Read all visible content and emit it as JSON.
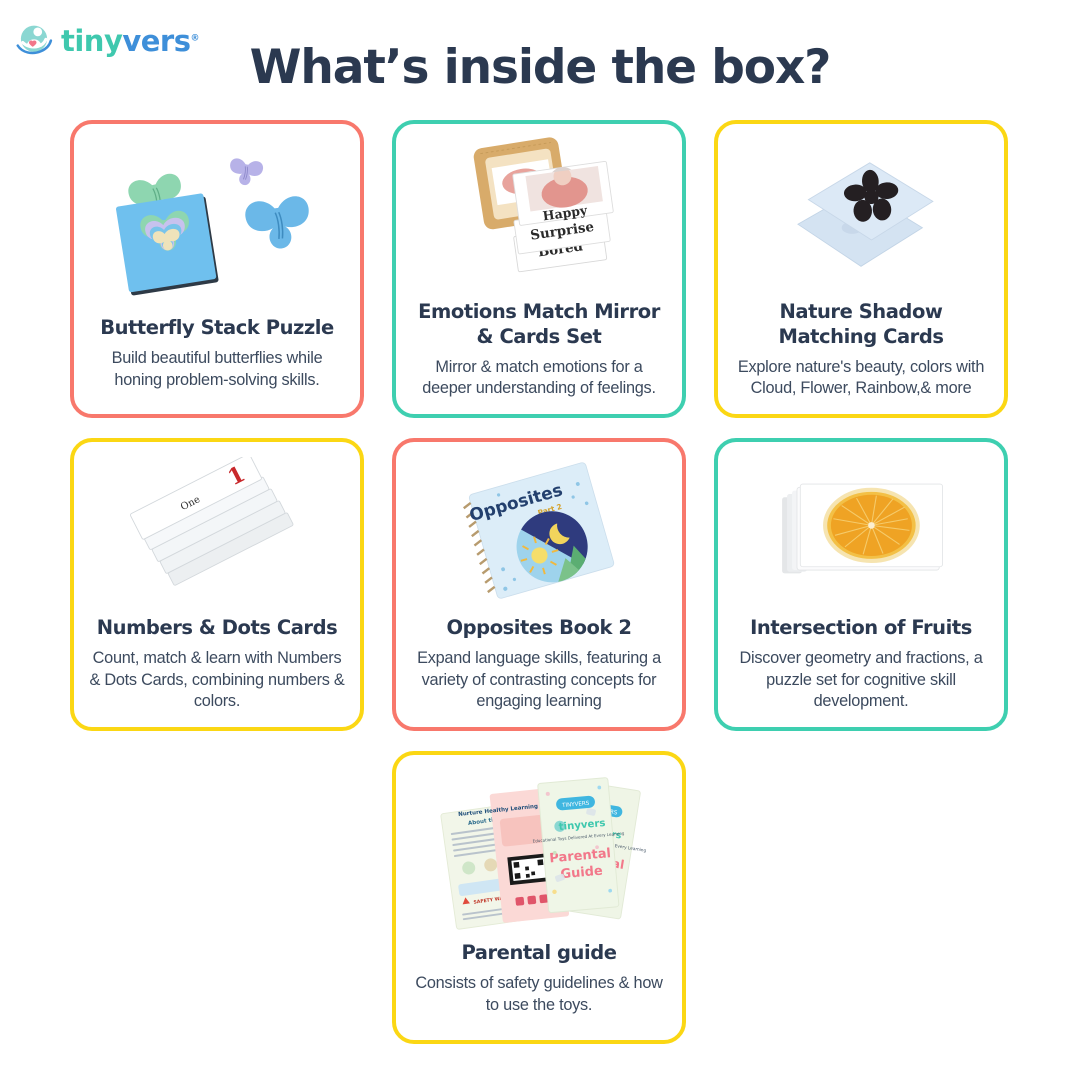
{
  "header": {
    "title": "What’s inside the box?",
    "logo": {
      "text_primary": "tiny",
      "text_secondary": "vers",
      "trademark": "®",
      "icon": "tinyvers-globe-icon"
    }
  },
  "colors": {
    "coral": "#F8786C",
    "teal": "#3ECFB0",
    "yellow": "#FBD714",
    "title_navy": "#2B3950",
    "body_navy": "#3C4A5E",
    "background": "#FFFFFF",
    "brand_teal": "#3FC8AE",
    "brand_blue": "#3E8FD9"
  },
  "cards": [
    {
      "title": "Butterfly Stack Puzzle",
      "description": "Build beautiful butterflies while honing problem-solving skills.",
      "border_color": "#F8786C",
      "image": "butterfly-stack-puzzle-photo",
      "image_labels": []
    },
    {
      "title": "Emotions Match Mirror & Cards Set",
      "description": "Mirror & match emotions for a deeper understanding of feelings.",
      "border_color": "#3ECFB0",
      "image": "emotions-match-mirror-photo",
      "image_labels": [
        "Happy",
        "Surprise",
        "Bored"
      ]
    },
    {
      "title": "Nature Shadow Matching Cards",
      "description": "Explore nature's beauty, colors with Cloud, Flower, Rainbow,& more",
      "border_color": "#FBD714",
      "image": "nature-shadow-matching-cards-photo",
      "image_labels": []
    },
    {
      "title": "Numbers & Dots Cards",
      "description": "Count, match & learn with Numbers & Dots Cards, combining numbers & colors.",
      "border_color": "#FBD714",
      "image": "numbers-and-dots-cards-photo",
      "image_labels": [
        "1",
        "One"
      ]
    },
    {
      "title": "Opposites Book 2",
      "description": "Expand language skills, featuring a variety of contrasting concepts for engaging learning",
      "border_color": "#F8786C",
      "image": "opposites-book-2-photo",
      "image_labels": [
        "Opposites",
        "Part 2"
      ]
    },
    {
      "title": "Intersection of Fruits",
      "description": "Discover geometry and fractions, a puzzle set for cognitive skill development.",
      "border_color": "#3ECFB0",
      "image": "intersection-of-fruits-photo",
      "image_labels": []
    },
    {
      "title": "Parental guide",
      "description": "Consists of safety guidelines & how to use the toys.",
      "border_color": "#FBD714",
      "image": "parental-guide-photo",
      "image_labels": [
        "tinyvers",
        "Parental",
        "Guide",
        "TINYVERS",
        "Educational Toys Delivered At Every Learning",
        "About tinyvers",
        "SAFETY WARNING",
        "Nurture Healthy Learning Habits Naturally"
      ]
    }
  ]
}
